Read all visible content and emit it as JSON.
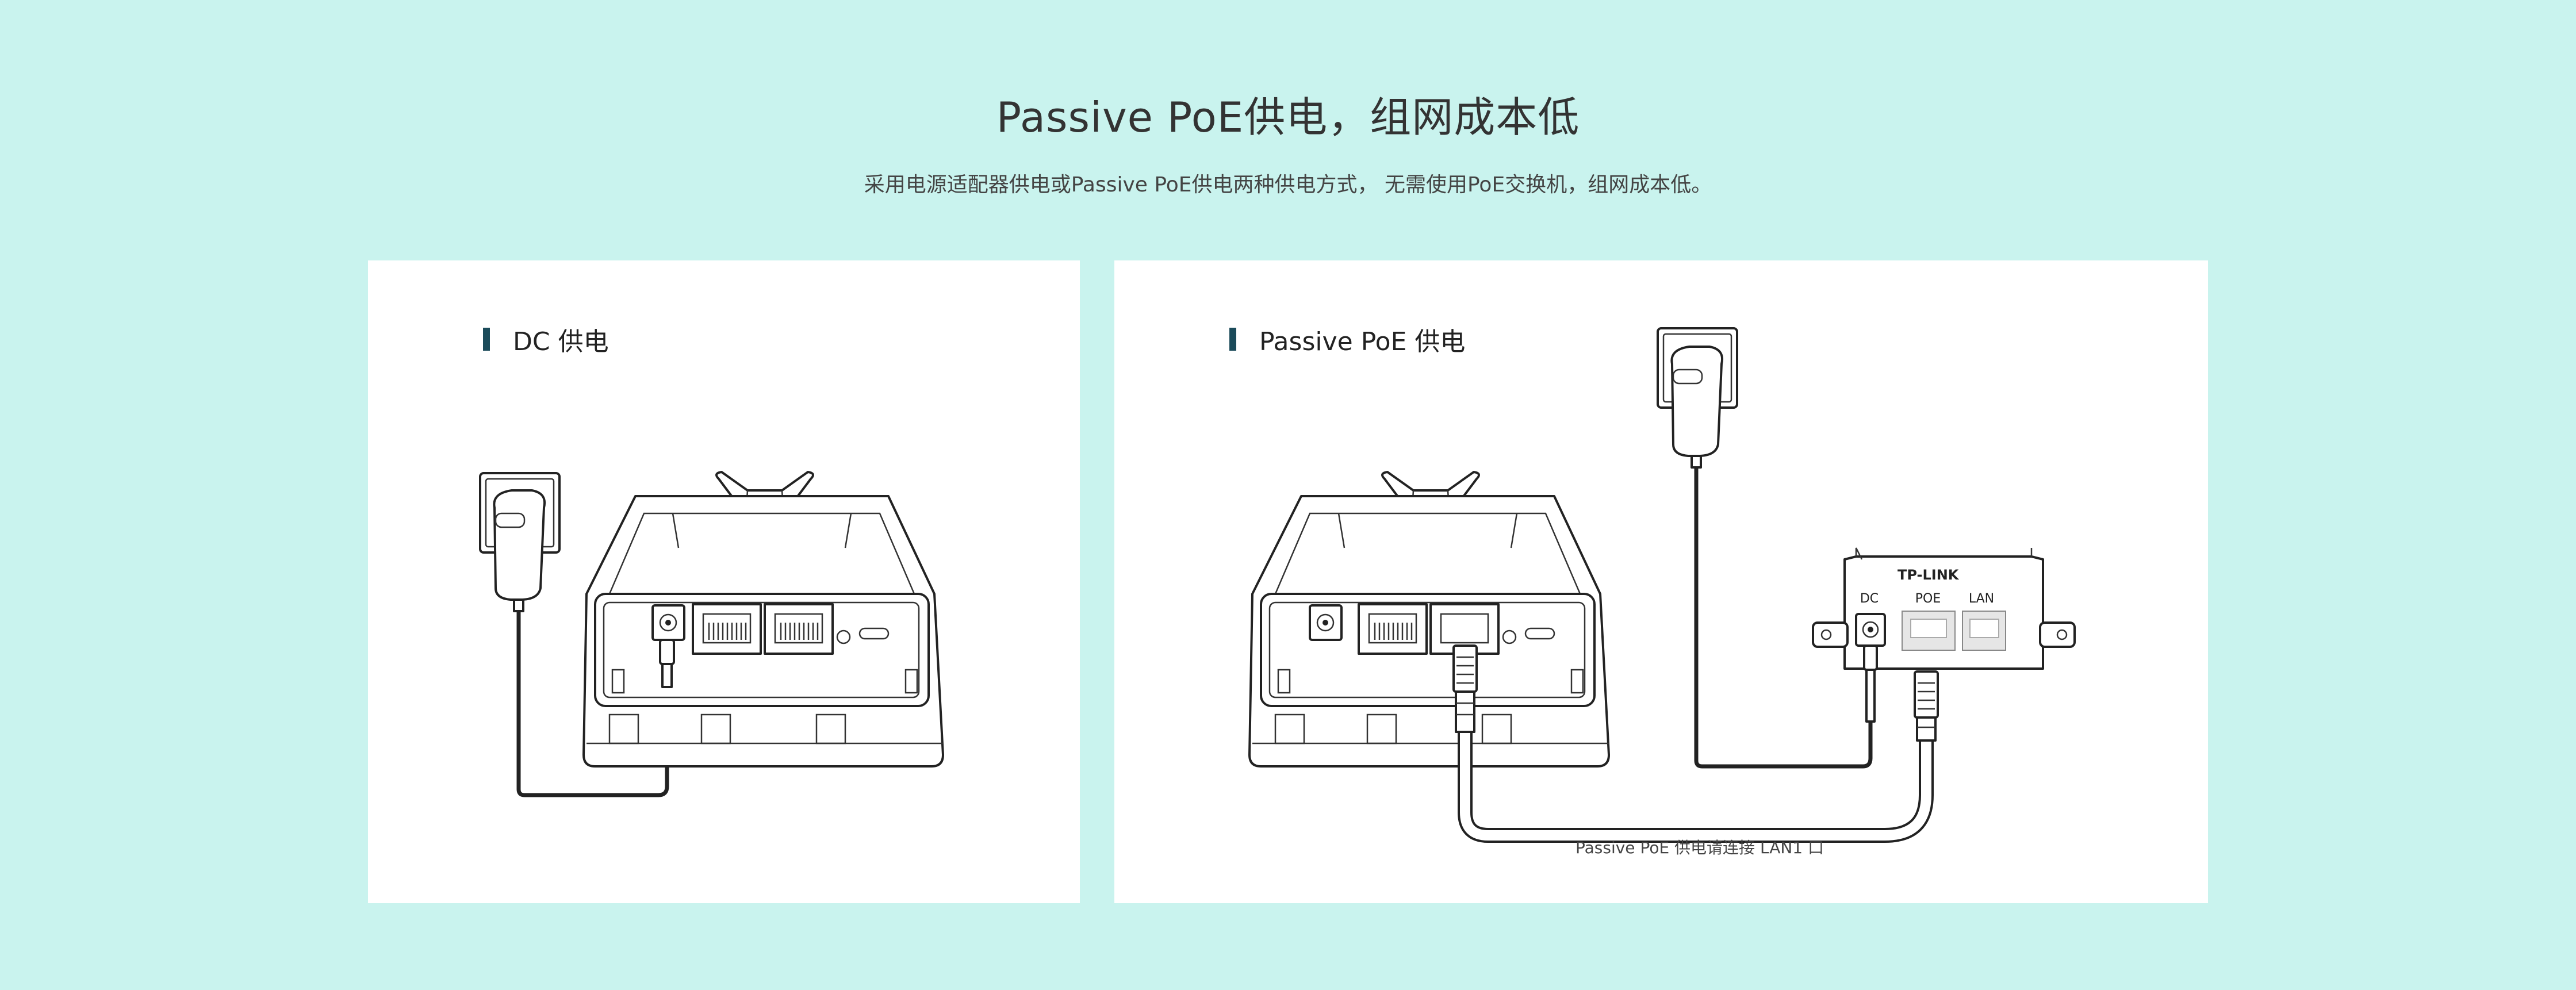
{
  "header": {
    "title": "Passive PoE供电，组网成本低",
    "subtitle": "采用电源适配器供电或Passive PoE供电两种供电方式， 无需使用PoE交换机，组网成本低。"
  },
  "panels": [
    {
      "heading": "DC 供电"
    },
    {
      "heading": "Passive PoE 供电",
      "caption": "Passive PoE 供电请连接 LAN1 口",
      "injector": {
        "brand": "TP-LINK",
        "ports": [
          "DC",
          "POE",
          "LAN"
        ]
      }
    }
  ],
  "colors": {
    "background": "#c9f3ee",
    "panel": "#ffffff",
    "accent_bar": "#1b4b5a"
  }
}
